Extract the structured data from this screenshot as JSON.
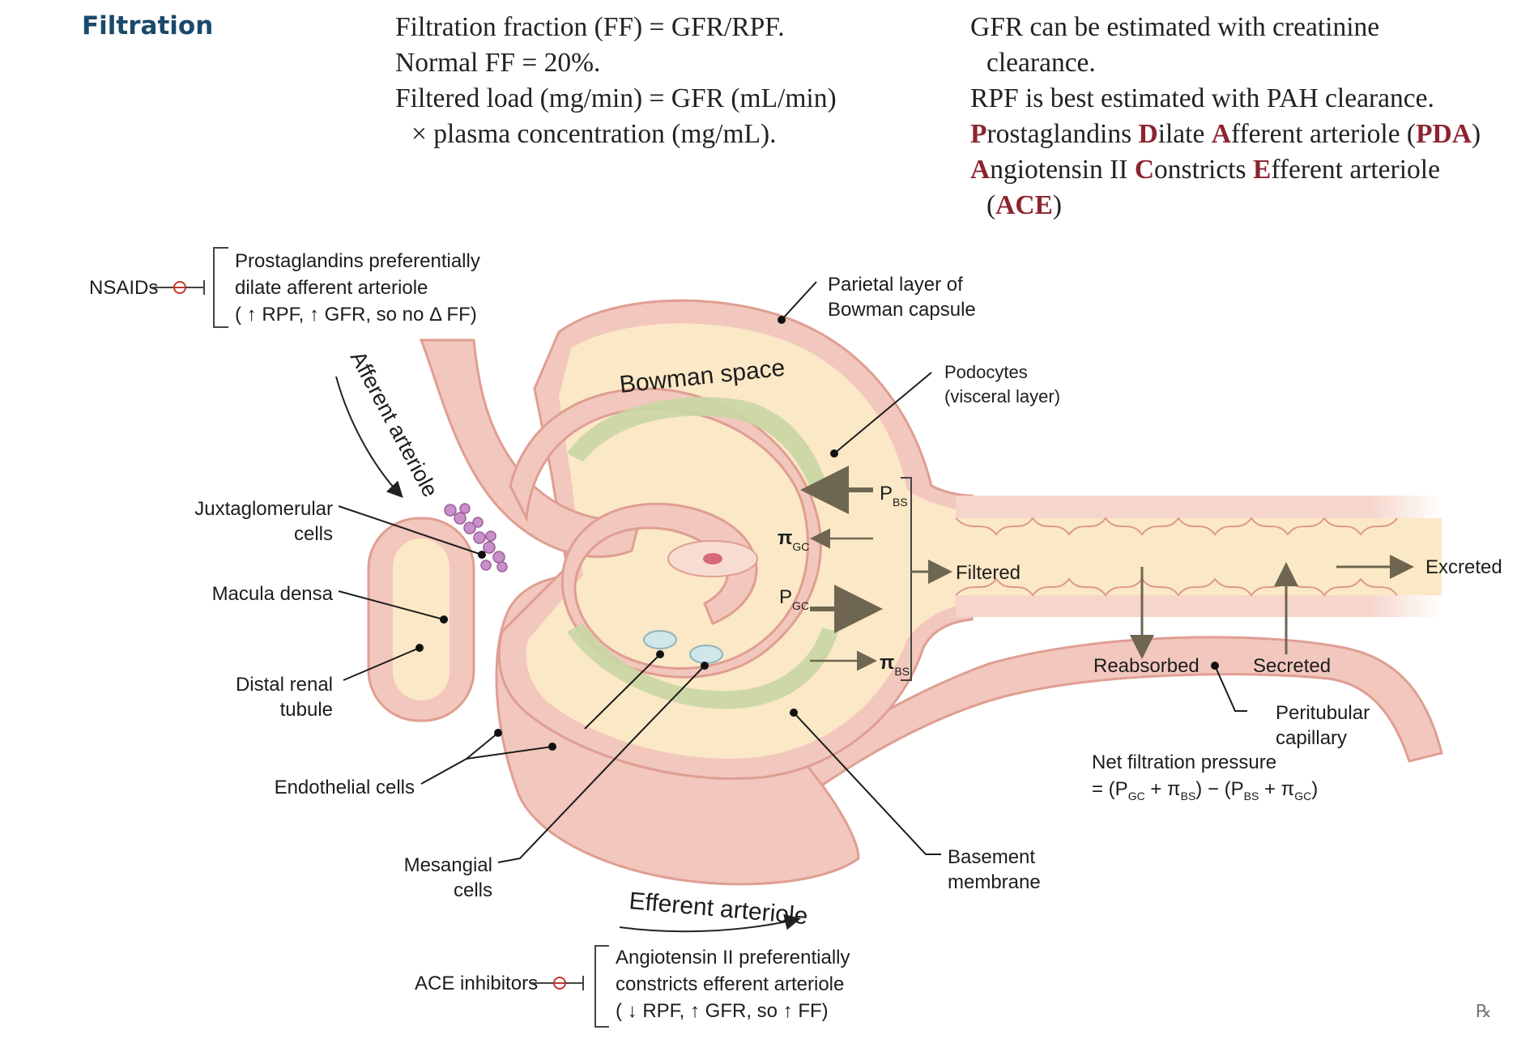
{
  "title": "Filtration",
  "left_text": {
    "lines": [
      "Filtration fraction (FF) = GFR/RPF.",
      "Normal FF = 20%.",
      "Filtered load (mg/min) = GFR (mL/min)",
      "× plasma concentration (mg/mL)."
    ]
  },
  "right_text": {
    "line1": "GFR can be estimated with creatinine",
    "line2": "clearance.",
    "line3": "RPF is best estimated with PAH clearance.",
    "pda": [
      "P",
      "rostaglandins ",
      "D",
      "ilate ",
      "A",
      "fferent arteriole (",
      "PDA",
      ")"
    ],
    "ace1": [
      "A",
      "ngiotensin II ",
      "C",
      "onstricts ",
      "E",
      "fferent arteriole"
    ],
    "ace2": [
      "(",
      "ACE",
      ")"
    ]
  },
  "diagram": {
    "nsaids_label": "NSAIDs",
    "nsaids_box": [
      "Prostaglandins preferentially",
      "dilate afferent arteriole",
      "( ↑ RPF,  ↑ GFR, so no  Δ FF)"
    ],
    "ace_inhibitors_label": "ACE inhibitors",
    "ace_box": [
      "Angiotensin II preferentially",
      "constricts efferent arteriole",
      "( ↓ RPF,  ↑ GFR, so  ↑ FF)"
    ],
    "afferent_arteriole": "Afferent arteriole",
    "efferent_arteriole": "Efferent arteriole",
    "bowman_space": "Bowman space",
    "parietal_layer": [
      "Parietal layer of",
      "Bowman capsule"
    ],
    "podocytes": [
      "Podocytes",
      "(visceral layer)"
    ],
    "juxtaglomerular": [
      "Juxtaglomerular",
      "cells"
    ],
    "macula_densa": "Macula densa",
    "distal_tubule": [
      "Distal renal",
      "tubule"
    ],
    "endothelial": "Endothelial cells",
    "mesangial": [
      "Mesangial",
      "cells"
    ],
    "basement": [
      "Basement",
      "membrane"
    ],
    "filtered": "Filtered",
    "excreted": "Excreted",
    "reabsorbed": "Reabsorbed",
    "secreted": "Secreted",
    "peritubular": [
      "Peritubular",
      "capillary"
    ],
    "net_filtration_title": "Net filtration pressure",
    "p_bs": "P",
    "p_bs_sub": "BS",
    "pi_gc": "π",
    "pi_gc_sub": "GC",
    "p_gc": "P",
    "p_gc_sub": "GC",
    "pi_bs": "π",
    "pi_bs_sub": "BS",
    "formula": [
      "= (P",
      "GC",
      " + π",
      "BS",
      ")  −  (P",
      "BS",
      " + π",
      "GC",
      ")"
    ],
    "logo": "℞"
  },
  "colors": {
    "title_blue": "#1a4a6b",
    "mnemonic_red": "#8c2430",
    "vessel_pink": "#f2c7bd",
    "bowman_cream": "#fbe8c6",
    "podocyte_green": "#c9d6a3"
  }
}
